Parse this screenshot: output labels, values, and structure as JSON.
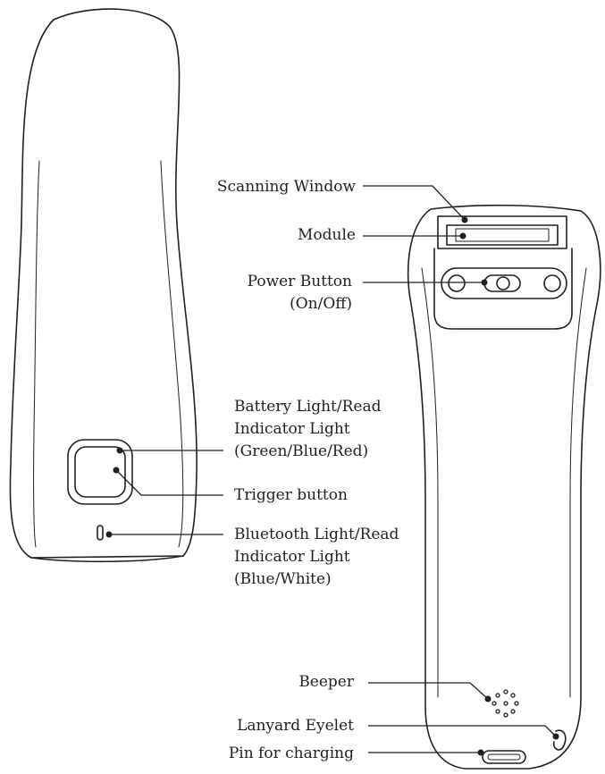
{
  "labels": {
    "scanning_window": "Scanning Window",
    "module": "Module",
    "power_button_line1": "Power Button",
    "power_button_line2": "(On/Off)",
    "battery_light_line1": "Battery Light/Read",
    "battery_light_line2": "Indicator Light",
    "battery_light_line3": "(Green/Blue/Red)",
    "trigger_button": "Trigger button",
    "bluetooth_light_line1": "Bluetooth Light/Read",
    "bluetooth_light_line2": "Indicator Light",
    "bluetooth_light_line3": "(Blue/White)",
    "beeper": "Beeper",
    "lanyard_eyelet": "Lanyard Eyelet",
    "pin_for_charging": "Pin for charging"
  },
  "colors": {
    "line": "#231f20",
    "background": "#ffffff"
  },
  "icons": {
    "front_view": "scanner-front-outline",
    "back_view": "scanner-back-outline"
  }
}
